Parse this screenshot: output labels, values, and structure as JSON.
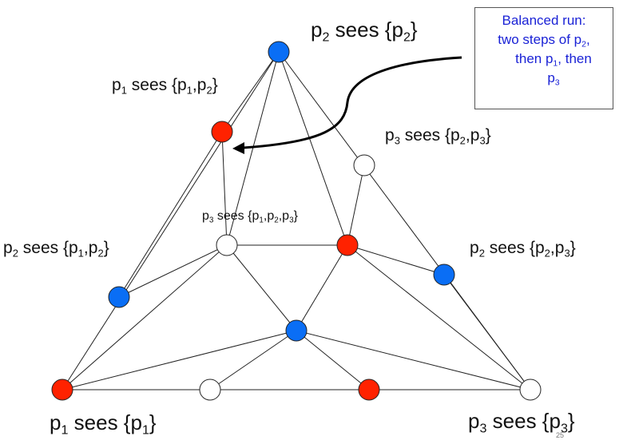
{
  "nodes": [
    {
      "id": "top",
      "color": "blue"
    },
    {
      "id": "left-mid",
      "color": "red"
    },
    {
      "id": "right-upper",
      "color": "white"
    },
    {
      "id": "center-left",
      "color": "white"
    },
    {
      "id": "center-right",
      "color": "red"
    },
    {
      "id": "left-lower",
      "color": "blue"
    },
    {
      "id": "right-lower",
      "color": "blue"
    },
    {
      "id": "center-bottom",
      "color": "blue"
    },
    {
      "id": "bottom-left",
      "color": "red"
    },
    {
      "id": "bottom-mid-left",
      "color": "white"
    },
    {
      "id": "bottom-mid-right",
      "color": "red"
    },
    {
      "id": "bottom-right",
      "color": "white"
    }
  ],
  "edges": [
    [
      "bottom-left",
      "top"
    ],
    [
      "top",
      "bottom-right"
    ],
    [
      "bottom-left",
      "bottom-right"
    ],
    [
      "top",
      "left-mid"
    ],
    [
      "top",
      "center-left"
    ],
    [
      "top",
      "center-right"
    ],
    [
      "left-mid",
      "center-left"
    ],
    [
      "left-mid",
      "left-lower"
    ],
    [
      "right-upper",
      "center-right"
    ],
    [
      "center-left",
      "center-right"
    ],
    [
      "center-left",
      "left-lower"
    ],
    [
      "center-left",
      "bottom-left"
    ],
    [
      "center-left",
      "center-bottom"
    ],
    [
      "center-right",
      "right-lower"
    ],
    [
      "center-right",
      "center-bottom"
    ],
    [
      "center-right",
      "bottom-right"
    ],
    [
      "right-lower",
      "bottom-right"
    ],
    [
      "center-bottom",
      "bottom-left"
    ],
    [
      "center-bottom",
      "bottom-mid-left"
    ],
    [
      "center-bottom",
      "bottom-mid-right"
    ],
    [
      "center-bottom",
      "bottom-right"
    ]
  ],
  "colors": {
    "red": "#ff2200",
    "blue": "#0a6ef5",
    "white": "#ffffff",
    "edge": "#222222",
    "arrow": "#000000",
    "callout_text": "#1a22d6"
  },
  "labels": {
    "top": [
      {
        "t": "p"
      },
      {
        "s": "2"
      },
      {
        "t": " sees {p"
      },
      {
        "s": "2"
      },
      {
        "t": "}"
      }
    ],
    "left_mid": [
      {
        "t": "p"
      },
      {
        "s": "1"
      },
      {
        "t": " sees {p"
      },
      {
        "s": "1"
      },
      {
        "t": ",p"
      },
      {
        "s": "2"
      },
      {
        "t": "}"
      }
    ],
    "right_upper": [
      {
        "t": "p"
      },
      {
        "s": "3"
      },
      {
        "t": " sees {p"
      },
      {
        "s": "2"
      },
      {
        "t": ",p"
      },
      {
        "s": "3"
      },
      {
        "t": "}"
      }
    ],
    "center": [
      {
        "t": "p"
      },
      {
        "s": "3"
      },
      {
        "t": " sees {p"
      },
      {
        "s": "1"
      },
      {
        "t": ",p"
      },
      {
        "s": "2"
      },
      {
        "t": ",p"
      },
      {
        "s": "3"
      },
      {
        "t": "}"
      }
    ],
    "left_lower": [
      {
        "t": "p"
      },
      {
        "s": "2"
      },
      {
        "t": " sees {p"
      },
      {
        "s": "1"
      },
      {
        "t": ",p"
      },
      {
        "s": "2"
      },
      {
        "t": "}"
      }
    ],
    "right_lower": [
      {
        "t": "p"
      },
      {
        "s": "2"
      },
      {
        "t": " sees {p"
      },
      {
        "s": "2"
      },
      {
        "t": ",p"
      },
      {
        "s": "3"
      },
      {
        "t": "}"
      }
    ],
    "bottom_left": [
      {
        "t": "p"
      },
      {
        "s": "1"
      },
      {
        "t": " sees {p"
      },
      {
        "s": "1"
      },
      {
        "t": "}"
      }
    ],
    "bottom_right": [
      {
        "t": "p"
      },
      {
        "s": "3"
      },
      {
        "t": " sees {p"
      },
      {
        "s": "3"
      },
      {
        "t": "}"
      }
    ]
  },
  "callout": {
    "line1": [
      {
        "t": "Balanced run:"
      }
    ],
    "line2": [
      {
        "t": "two steps of p"
      },
      {
        "s": "2"
      },
      {
        "t": ","
      }
    ],
    "line3": [
      {
        "t": "then p"
      },
      {
        "s": "1"
      },
      {
        "t": ", then"
      }
    ],
    "line4": [
      {
        "t": "p"
      },
      {
        "s": "3"
      }
    ]
  },
  "page_number": "25"
}
